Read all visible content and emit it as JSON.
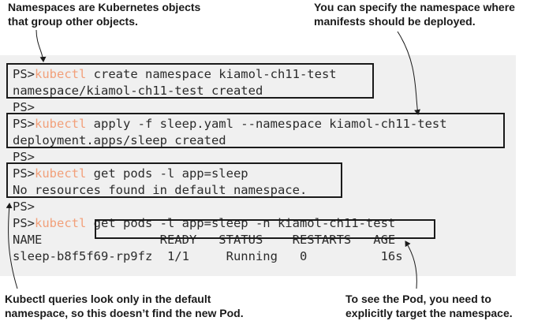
{
  "annotations": {
    "top_left": [
      "Namespaces are Kubernetes objects",
      "that group other objects."
    ],
    "top_right": [
      "You can specify the namespace where",
      "manifests should be deployed."
    ],
    "bottom_left": [
      "Kubectl queries look only in the default",
      "namespace, so this doesn’t find the new Pod."
    ],
    "bottom_right": [
      "To see the Pod, you need to",
      "explicitly target the namespace."
    ]
  },
  "terminal": {
    "prompt": "PS>",
    "command_word": "kubectl",
    "lines": {
      "cmd1_args": " create namespace kiamol-ch11-test",
      "out1": "namespace/kiamol-ch11-test created",
      "blank1": "PS>",
      "cmd2_args": " apply -f sleep.yaml --namespace kiamol-ch11-test",
      "out2": "deployment.apps/sleep created",
      "blank2": "PS>",
      "cmd3_args": " get pods -l app=sleep",
      "out3": "No resources found in default namespace.",
      "blank3": "PS>",
      "cmd4_args": " get pods -l app=sleep -n kiamol-ch11-test",
      "table_header": "NAME                READY   STATUS    RESTARTS   AGE",
      "table_row": "sleep-b8f5f69-rp9fz  1/1     Running   0          16s"
    }
  },
  "colors": {
    "background": "#ffffff",
    "terminal_bg": "#f0f0f0",
    "command_word": "#f2a07a",
    "text": "#2b2b2b",
    "frame": "#1a1a1a"
  }
}
